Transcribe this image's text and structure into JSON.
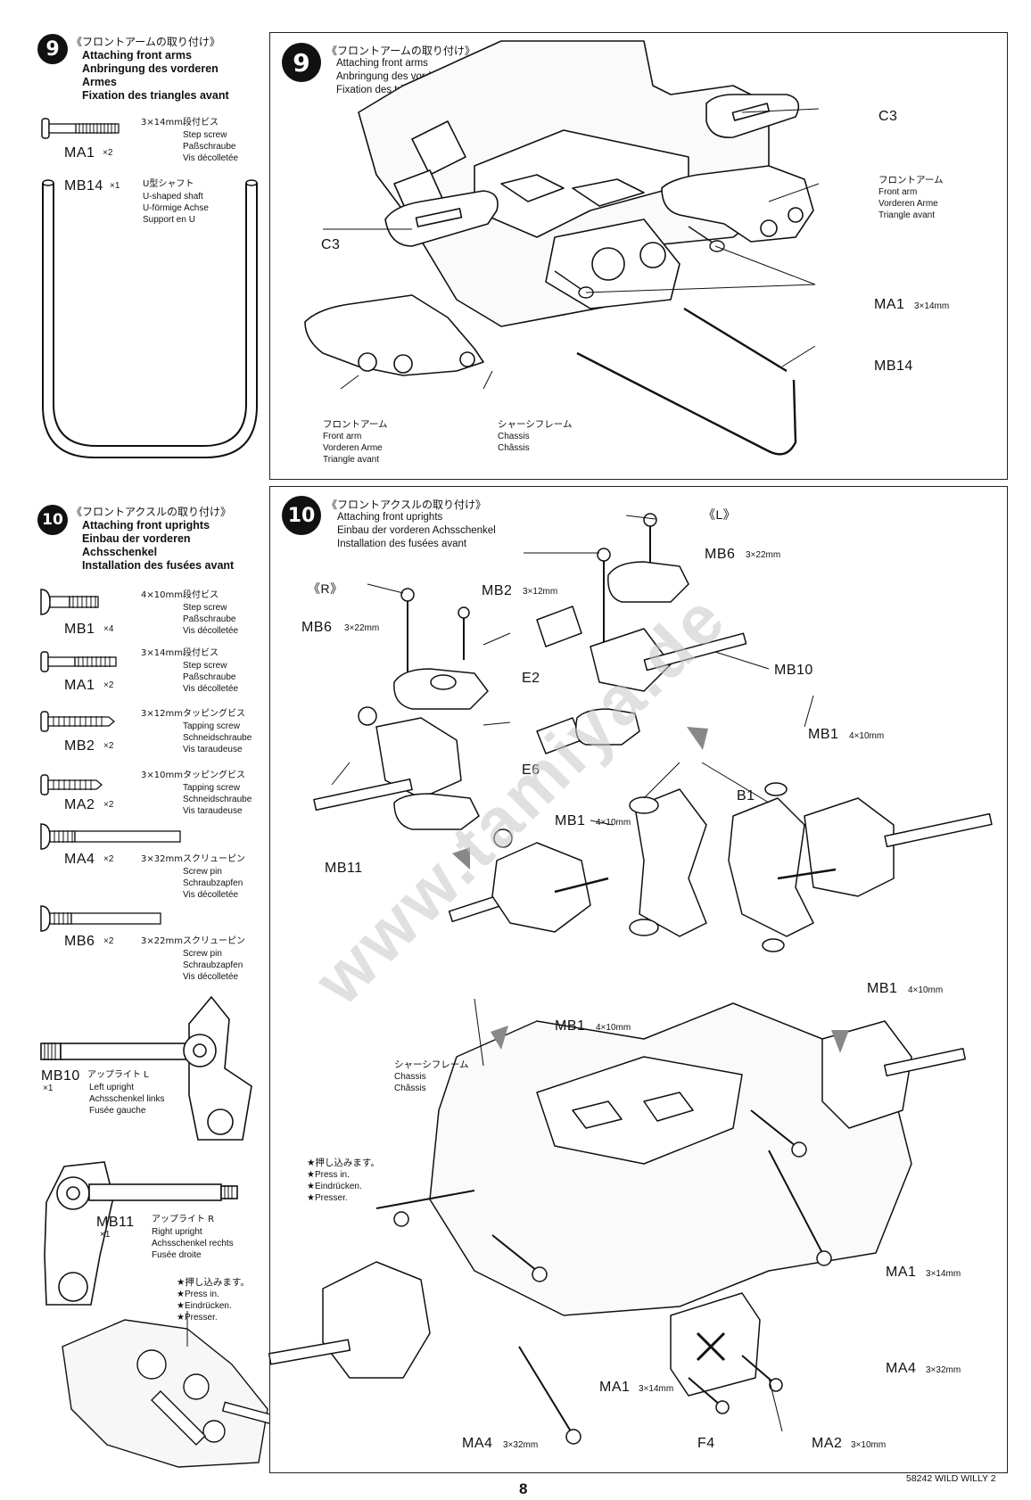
{
  "step9": {
    "number": "9",
    "title_jp": "《フロントアームの取り付け》",
    "title_en": "Attaching front arms",
    "title_de": "Anbringung des vorderen Armes",
    "title_fr": "Fixation des triangles avant",
    "parts": [
      {
        "code": "MA1",
        "qty": "×2",
        "size_jp": "3×14mm段付ビス",
        "en": "Step screw",
        "de": "Paßschraube",
        "fr": "Vis décolletée"
      },
      {
        "code": "MB14",
        "qty": "×1",
        "size_jp": "U型シャフト",
        "en": "U-shaped shaft",
        "de": "U-förmige Achse",
        "fr": "Support en U"
      }
    ],
    "diagram": {
      "labels": {
        "c3_top": "C3",
        "c3_left": "C3",
        "front_arm_jp": "フロントアーム",
        "front_arm_en": "Front arm",
        "front_arm_de": "Vorderen Arme",
        "front_arm_fr": "Triangle avant",
        "ma1": "MA1",
        "ma1_size": "3×14mm",
        "mb14": "MB14",
        "chassis_jp": "シャーシフレーム",
        "chassis_en": "Chassis",
        "chassis_fr": "Châssis"
      }
    }
  },
  "step10": {
    "number": "10",
    "title_jp": "《フロントアクスルの取り付け》",
    "title_en": "Attaching front uprights",
    "title_de": "Einbau der vorderen Achsschenkel",
    "title_fr": "Installation des fusées avant",
    "parts": [
      {
        "code": "MB1",
        "qty": "×4",
        "size_jp": "4×10mm段付ビス",
        "en": "Step screw",
        "de": "Paßschraube",
        "fr": "Vis décolletée"
      },
      {
        "code": "MA1",
        "qty": "×2",
        "size_jp": "3×14mm段付ビス",
        "en": "Step screw",
        "de": "Paßschraube",
        "fr": "Vis décolletée"
      },
      {
        "code": "MB2",
        "qty": "×2",
        "size_jp": "3×12mmタッピングビス",
        "en": "Tapping screw",
        "de": "Schneidschraube",
        "fr": "Vis taraudeuse"
      },
      {
        "code": "MA2",
        "qty": "×2",
        "size_jp": "3×10mmタッピングビス",
        "en": "Tapping screw",
        "de": "Schneidschraube",
        "fr": "Vis taraudeuse"
      },
      {
        "code": "MA4",
        "qty": "×2",
        "size_jp": "3×32mmスクリューピン",
        "en": "Screw pin",
        "de": "Schraubzapfen",
        "fr": "Vis décolletée"
      },
      {
        "code": "MB6",
        "qty": "×2",
        "size_jp": "3×22mmスクリューピン",
        "en": "Screw pin",
        "de": "Schraubzapfen",
        "fr": "Vis décolletée"
      }
    ],
    "uprights": [
      {
        "code": "MB10",
        "qty": "×1",
        "jp": "アップライト L",
        "en": "Left upright",
        "de": "Achsschenkel links",
        "fr": "Fusée gauche"
      },
      {
        "code": "MB11",
        "qty": "×1",
        "jp": "アップライト R",
        "en": "Right upright",
        "de": "Achsschenkel rechts",
        "fr": "Fusée droite"
      }
    ],
    "press_note": {
      "jp": "★押し込みます。",
      "en": "★Press in.",
      "de": "★Eindrücken.",
      "fr": "★Presser."
    },
    "diagram": {
      "labels": {
        "r": "《R》",
        "l": "《L》",
        "mb6_left": "MB6",
        "mb6_left_size": "3×22mm",
        "mb6_right": "MB6",
        "mb6_right_size": "3×22mm",
        "mb2": "MB2",
        "mb2_size": "3×12mm",
        "e2": "E2",
        "e6": "E6",
        "mb10": "MB10",
        "mb11": "MB11",
        "b1": "B1",
        "mb1_a": "MB1",
        "mb1_b": "MB1",
        "mb1_c": "MB1",
        "mb1_d": "MB1",
        "mb1_size": "4×10mm",
        "chassis_jp": "シャーシフレーム",
        "chassis_en": "Chassis",
        "chassis_fr": "Châssis",
        "ma1_right": "MA1",
        "ma1_bottom": "MA1",
        "ma1_size": "3×14mm",
        "ma4_right": "MA4",
        "ma4_bottom": "MA4",
        "ma4_size": "3×32mm",
        "ma2": "MA2",
        "ma2_size": "3×10mm",
        "f4": "F4"
      }
    }
  },
  "footer": {
    "page_number": "8",
    "model": "58242 WILD WILLY 2"
  },
  "watermark": "www.tamiya.de"
}
